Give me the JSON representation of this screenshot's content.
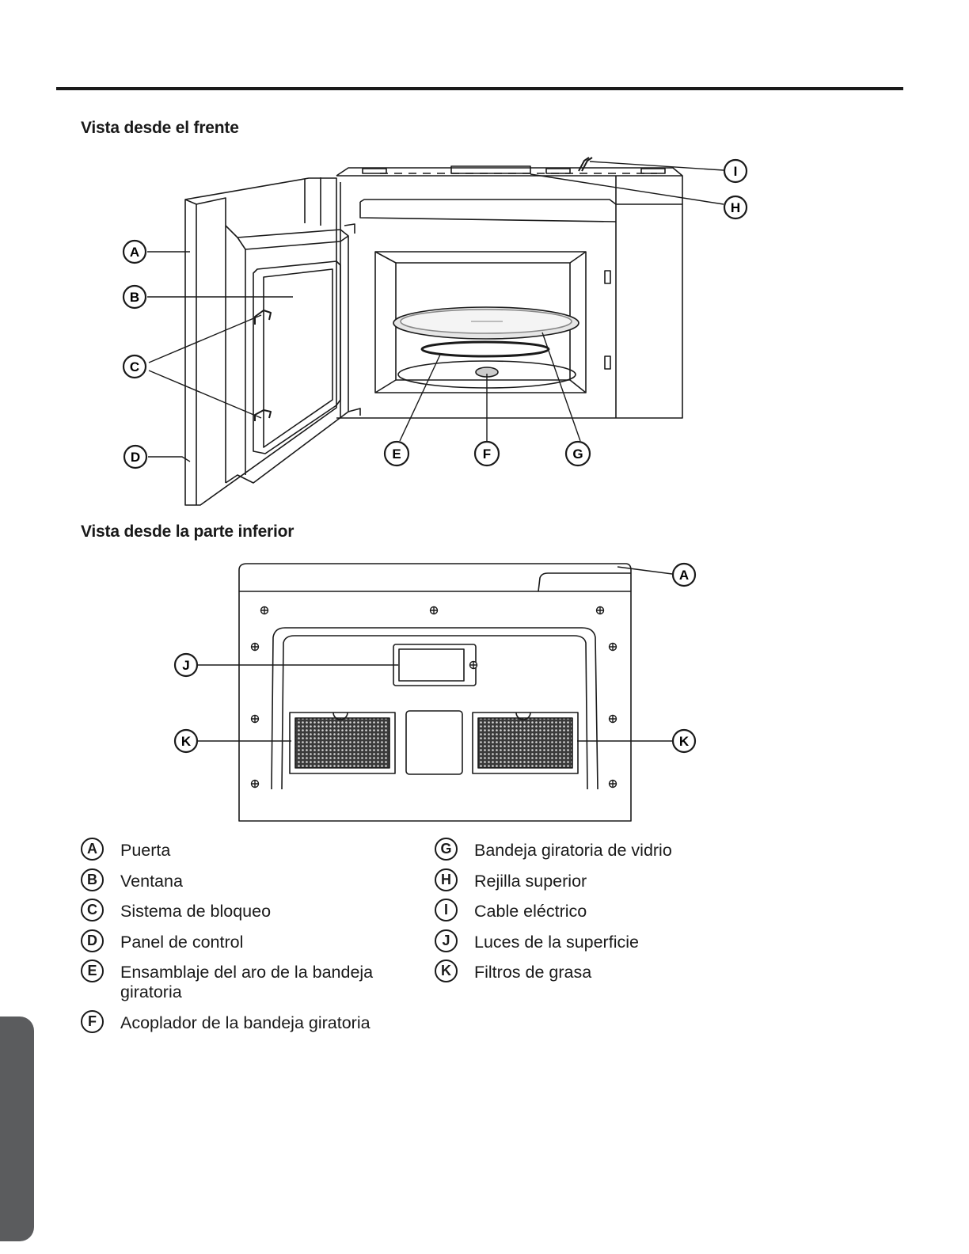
{
  "headings": {
    "front_view": "Vista desde el frente",
    "bottom_view": "Vista desde la parte inferior"
  },
  "callouts": {
    "front": [
      "A",
      "B",
      "C",
      "D",
      "E",
      "F",
      "G",
      "H",
      "I"
    ],
    "bottom": [
      "A",
      "J",
      "K",
      "K"
    ]
  },
  "legend": {
    "left": [
      {
        "letter": "A",
        "label": "Puerta"
      },
      {
        "letter": "B",
        "label": "Ventana"
      },
      {
        "letter": "C",
        "label": "Sistema de bloqueo"
      },
      {
        "letter": "D",
        "label": "Panel de control"
      },
      {
        "letter": "E",
        "label": "Ensamblaje del aro de la bandeja giratoria"
      },
      {
        "letter": "F",
        "label": "Acoplador de la bandeja giratoria"
      }
    ],
    "right": [
      {
        "letter": "G",
        "label": "Bandeja giratoria de vidrio"
      },
      {
        "letter": "H",
        "label": "Rejilla superior"
      },
      {
        "letter": "I",
        "label": "Cable eléctrico"
      },
      {
        "letter": "J",
        "label": "Luces de la superficie"
      },
      {
        "letter": "K",
        "label": "Filtros de grasa"
      }
    ]
  },
  "colors": {
    "ink": "#1a1a1a",
    "tab": "#5b5c5e"
  }
}
